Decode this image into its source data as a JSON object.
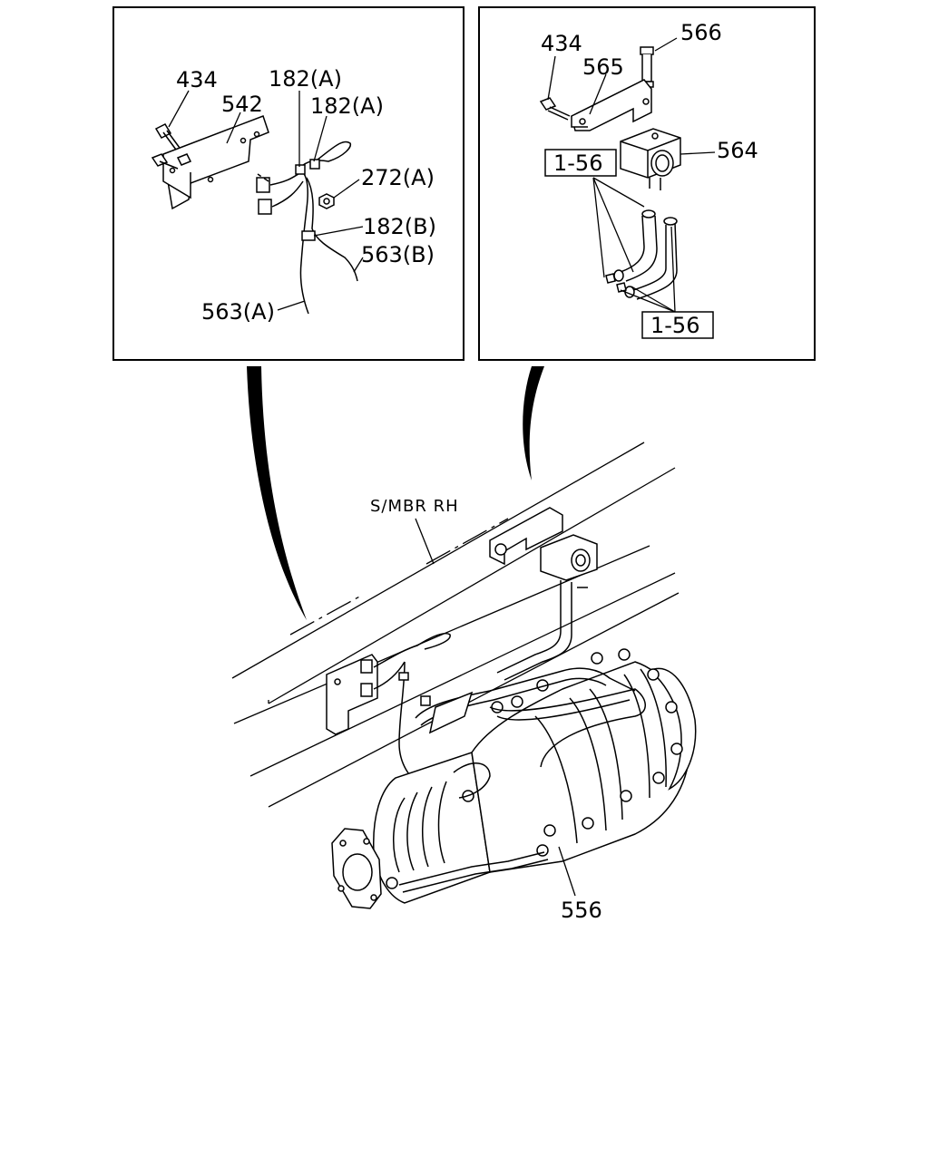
{
  "inset_left": {
    "labels": {
      "bolt": "434",
      "bracket": "542",
      "clip_a1": "182(A)",
      "clip_a2": "182(A)",
      "nut": "272(A)",
      "clip_b": "182(B)",
      "harness_b": "563(B)",
      "harness_a": "563(A)"
    }
  },
  "inset_right": {
    "labels": {
      "bolt": "434",
      "bracket": "565",
      "bolt_top": "566",
      "sensor": "564",
      "ref_upper": "1-56",
      "ref_lower": "1-56"
    }
  },
  "main": {
    "frame_label": "S/MBR RH",
    "dpf_label": "556"
  }
}
